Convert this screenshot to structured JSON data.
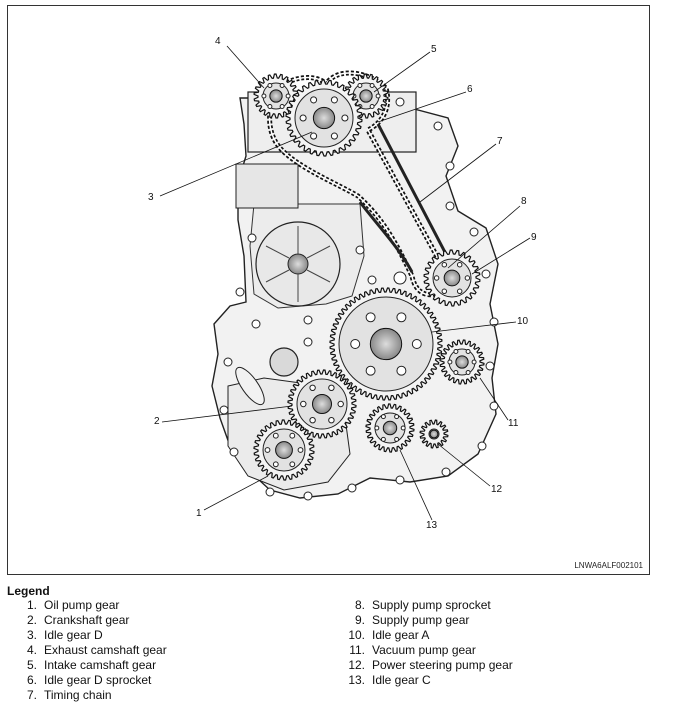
{
  "diagram": {
    "figure_code": "LNWA6ALF002101",
    "callouts": [
      "1",
      "2",
      "3",
      "4",
      "5",
      "6",
      "7",
      "8",
      "9",
      "10",
      "11",
      "12",
      "13"
    ]
  },
  "legend": {
    "title": "Legend",
    "items": [
      {
        "num": "1.",
        "label": "Oil pump gear"
      },
      {
        "num": "2.",
        "label": "Crankshaft gear"
      },
      {
        "num": "3.",
        "label": "Idle gear D"
      },
      {
        "num": "4.",
        "label": "Exhaust camshaft gear"
      },
      {
        "num": "5.",
        "label": "Intake camshaft gear"
      },
      {
        "num": "6.",
        "label": "Idle gear D sprocket"
      },
      {
        "num": "7.",
        "label": "Timing chain"
      },
      {
        "num": "8.",
        "label": "Supply pump sprocket"
      },
      {
        "num": "9.",
        "label": "Supply pump gear"
      },
      {
        "num": "10.",
        "label": "Idle gear A"
      },
      {
        "num": "11.",
        "label": "Vacuum pump gear"
      },
      {
        "num": "12.",
        "label": "Power steering pump gear"
      },
      {
        "num": "13.",
        "label": "Idle gear C"
      }
    ]
  }
}
